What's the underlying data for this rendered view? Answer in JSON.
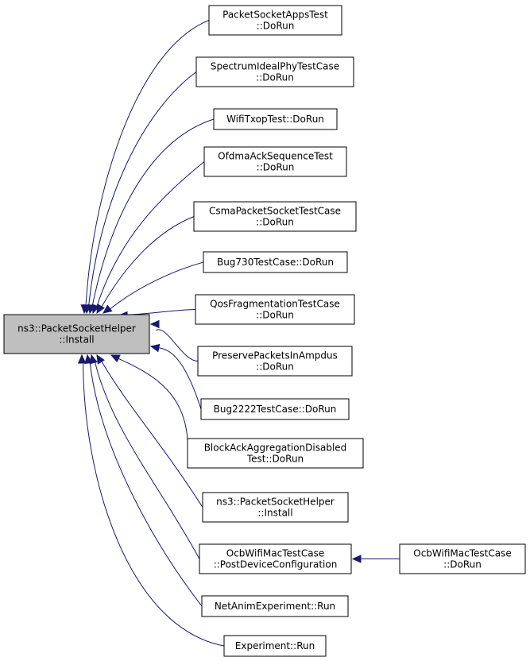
{
  "colors": {
    "edge": "#191970",
    "root_fill": "#bfbfbf",
    "node_fill": "#ffffff"
  },
  "root": {
    "line1": "ns3::PacketSocketHelper",
    "line2": "::Install"
  },
  "callers": [
    {
      "line1": "PacketSocketAppsTest",
      "line2": "::DoRun"
    },
    {
      "line1": "SpectrumIdealPhyTestCase",
      "line2": "::DoRun"
    },
    {
      "line1": "WifiTxopTest::DoRun"
    },
    {
      "line1": "OfdmaAckSequenceTest",
      "line2": "::DoRun"
    },
    {
      "line1": "CsmaPacketSocketTestCase",
      "line2": "::DoRun"
    },
    {
      "line1": "Bug730TestCase::DoRun"
    },
    {
      "line1": "QosFragmentationTestCase",
      "line2": "::DoRun"
    },
    {
      "line1": "PreservePacketsInAmpdus",
      "line2": "::DoRun"
    },
    {
      "line1": "Bug2222TestCase::DoRun"
    },
    {
      "line1": "BlockAckAggregationDisabled",
      "line2": "Test::DoRun"
    },
    {
      "line1": "ns3::PacketSocketHelper",
      "line2": "::Install"
    },
    {
      "line1": "OcbWifiMacTestCase",
      "line2": "::PostDeviceConfiguration"
    },
    {
      "line1": "NetAnimExperiment::Run"
    },
    {
      "line1": "Experiment::Run"
    }
  ],
  "second_level": {
    "line1": "OcbWifiMacTestCase",
    "line2": "::DoRun"
  }
}
